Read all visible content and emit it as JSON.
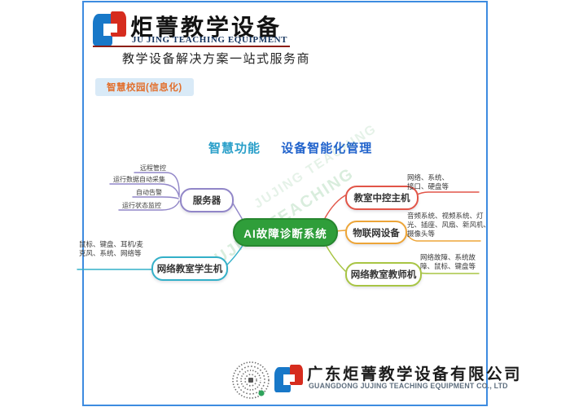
{
  "header": {
    "brand_cn": "炬菁教学设备",
    "brand_en": "JU JING TEACHING EQUIPMENT",
    "tagline": "教学设备解决方案一站式服务商",
    "rule_color": "#8c1d12",
    "logo_blue": "#1878c8",
    "logo_red": "#d62c1e"
  },
  "badge": {
    "label": "智慧校园(信息化)",
    "text_color": "#e2702e",
    "bg_color": "#d9eaf7"
  },
  "content": {
    "title_part1": "智慧功能",
    "title_part2": "设备智能化管理",
    "title_color1": "#2a9fc9",
    "title_color2": "#2163cc"
  },
  "mindmap": {
    "center": {
      "label": "AI故障诊断系统",
      "color": "#2f9e3a"
    },
    "branches": [
      {
        "label": "服务器",
        "color": "#9186c8",
        "children": [
          "远程管控",
          "运行数据自动采集",
          "自动告警",
          "运行状态监控"
        ]
      },
      {
        "label": "网络教室学生机",
        "color": "#33b0c8",
        "children": [
          "鼠标、键盘、耳机/麦克风、系统、网络等"
        ]
      },
      {
        "label": "教室中控主机",
        "color": "#e25548",
        "children": [
          "网络、系统、接口、硬盘等"
        ]
      },
      {
        "label": "物联网设备",
        "color": "#eda538",
        "children": [
          "音频系统、视频系统、灯光、插座、风扇、新风机、摄像头等"
        ]
      },
      {
        "label": "网络教室教师机",
        "color": "#a8c544",
        "children": [
          "网络故障、系统故障、鼠标、键盘等"
        ]
      }
    ]
  },
  "watermark": {
    "text": "JUJING TEACHING"
  },
  "footer": {
    "company_cn": "广东炬菁教学设备有限公司",
    "company_en": "GUANGDONG JUJING TEACHING EQUIPMENT CO., LTD"
  },
  "frame_color": "#3d8be0",
  "icons": {
    "brand_logo": "jujing-cj-interlocked-mark",
    "qr_stamp": "circular-qr-code"
  }
}
